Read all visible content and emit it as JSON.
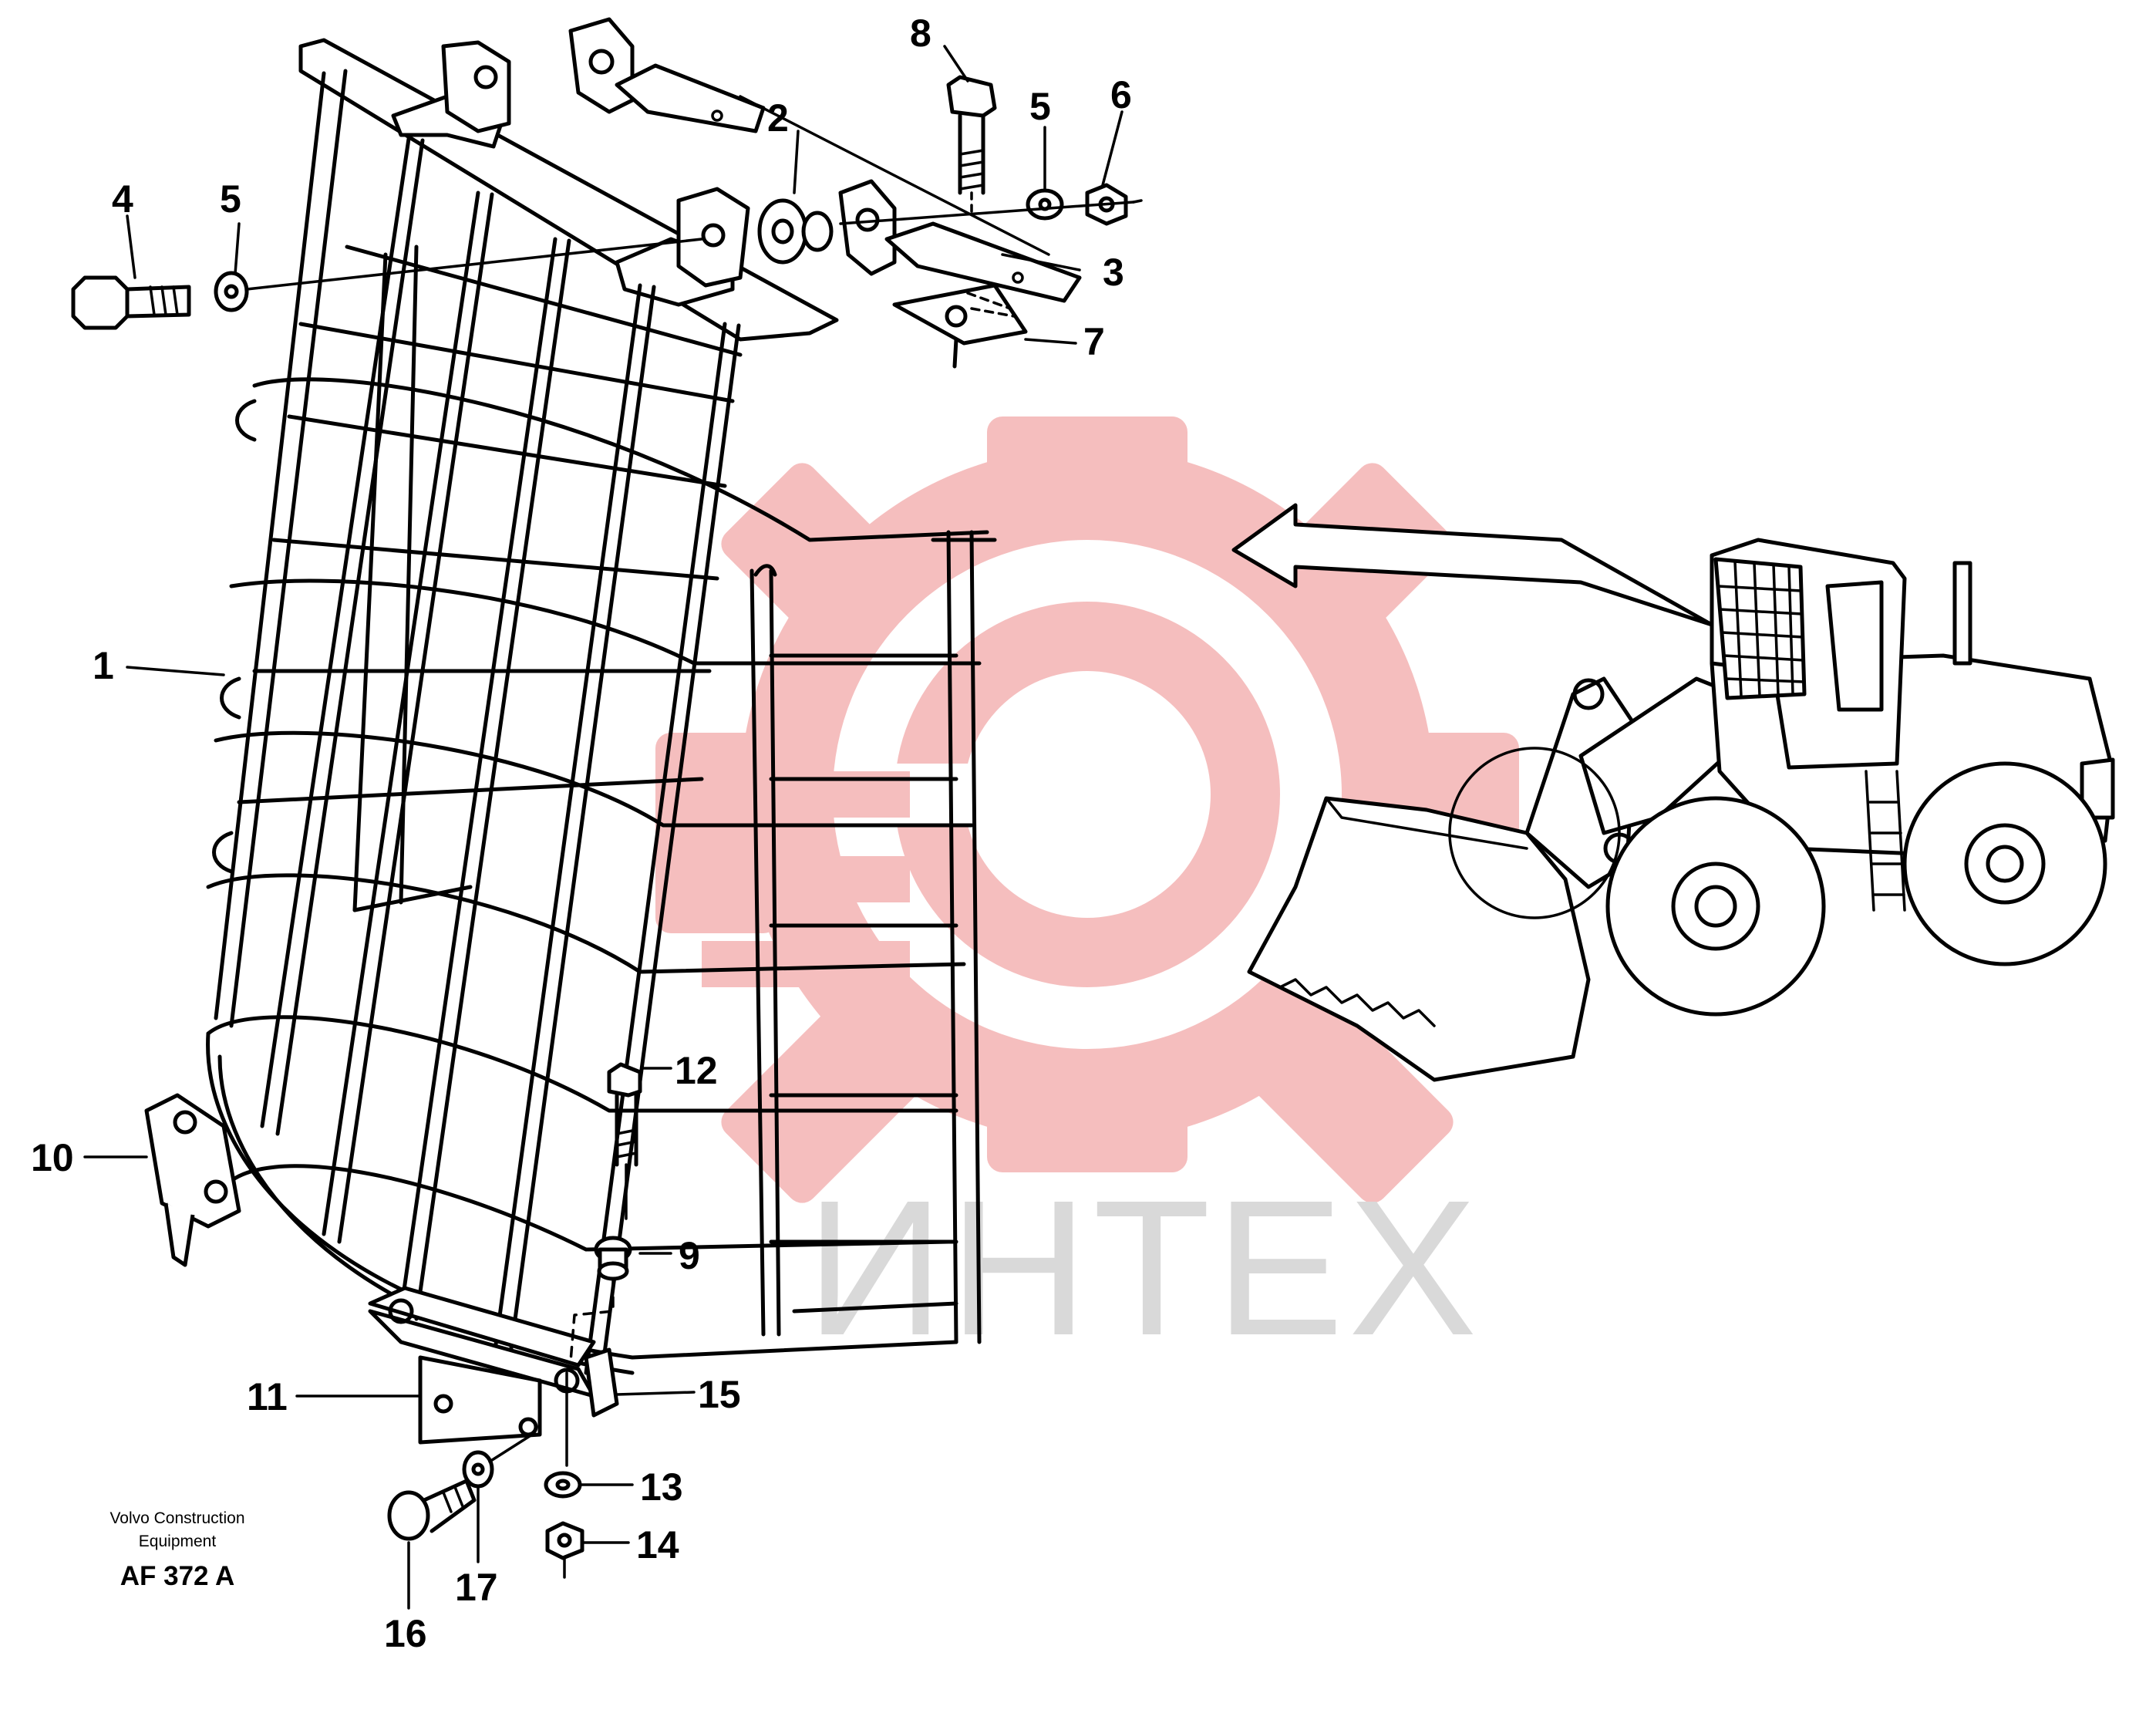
{
  "credit": {
    "line1": "Volvo Construction",
    "line2": "Equipment",
    "code": "AF 372 A"
  },
  "watermark": {
    "text": "ИНТЕХ",
    "color": "#f4b8b8",
    "text_color": "#d9d9d9"
  },
  "callouts": [
    {
      "id": "1",
      "label": "1"
    },
    {
      "id": "2",
      "label": "2"
    },
    {
      "id": "3",
      "label": "3"
    },
    {
      "id": "4",
      "label": "4"
    },
    {
      "id": "5a",
      "label": "5"
    },
    {
      "id": "5b",
      "label": "5"
    },
    {
      "id": "6",
      "label": "6"
    },
    {
      "id": "7",
      "label": "7"
    },
    {
      "id": "8",
      "label": "8"
    },
    {
      "id": "9",
      "label": "9"
    },
    {
      "id": "10",
      "label": "10"
    },
    {
      "id": "11",
      "label": "11"
    },
    {
      "id": "12",
      "label": "12"
    },
    {
      "id": "13",
      "label": "13"
    },
    {
      "id": "14",
      "label": "14"
    },
    {
      "id": "15",
      "label": "15"
    },
    {
      "id": "16",
      "label": "16"
    },
    {
      "id": "17",
      "label": "17"
    }
  ]
}
